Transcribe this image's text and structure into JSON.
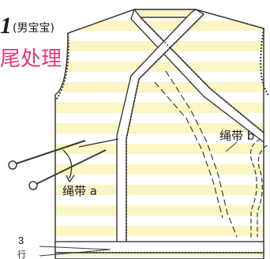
{
  "labels": {
    "figure_number": "1",
    "subtitle": "(男宝宝)",
    "title": "尾处理",
    "tie_a": "绳带 a",
    "tie_b": "绳带 b",
    "rows_count": "3"
  },
  "colors": {
    "stripe_yellow": "#fbf6c4",
    "stripe_white": "#ffffff",
    "outline": "#3a3a3a",
    "title_pink": "#e0387e"
  },
  "icons": {
    "knitting_needle": "knitting-needle-icon",
    "hook_arrow": "arrow-icon"
  }
}
